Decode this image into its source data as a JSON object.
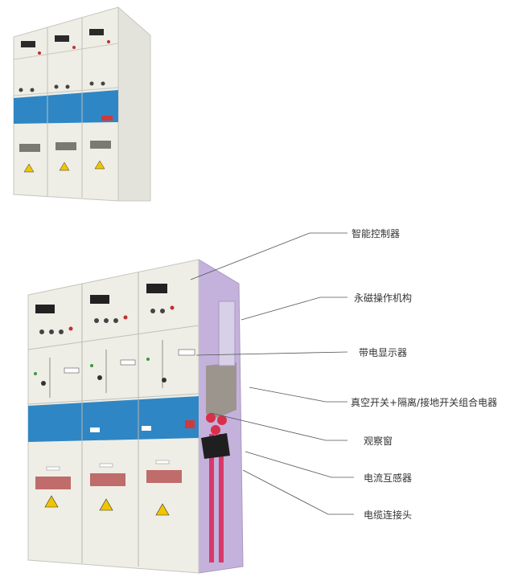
{
  "callouts": [
    {
      "label": "智能控制器"
    },
    {
      "label": "永磁操作机构"
    },
    {
      "label": "带电显示器"
    },
    {
      "label": "真空开关+隔离/接地开关组合电器"
    },
    {
      "label": "观察窗"
    },
    {
      "label": "电流互感器"
    },
    {
      "label": "电缆连接头"
    }
  ],
  "colors": {
    "panel_white": "#eeeee6",
    "panel_blue": "#2f86c4",
    "cutaway_purple": "#c4b2dc",
    "warning_yellow": "#f1c500",
    "cable_red": "#d8386a",
    "leader_line": "#555555"
  }
}
